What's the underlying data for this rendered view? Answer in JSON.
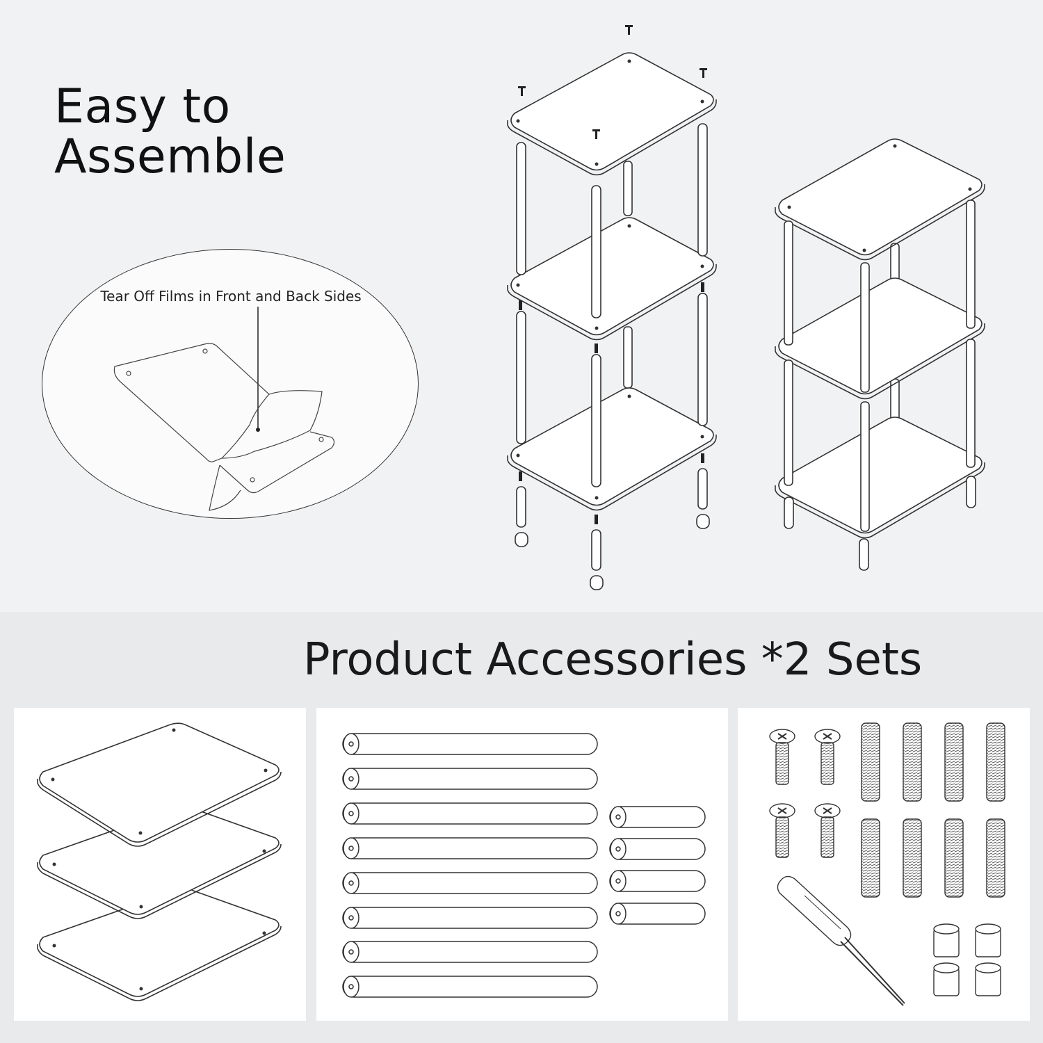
{
  "hero": {
    "title_line1": "Easy to",
    "title_line2": "Assemble",
    "callout_text": "Tear Off Films in Front and Back Sides"
  },
  "accessories": {
    "title": "Product Accessories *2 Sets"
  },
  "colors": {
    "background": "#f1f2f4",
    "band": "#e9eaec",
    "card": "#ffffff",
    "line": "#333333"
  },
  "icons": [
    "exploded-shelf-diagram",
    "assembled-shelf-diagram",
    "shelf-panel-icon",
    "tube-icon",
    "short-tube-icon",
    "screw-icon",
    "threaded-rod-icon",
    "screwdriver-icon",
    "foot-cap-icon"
  ]
}
